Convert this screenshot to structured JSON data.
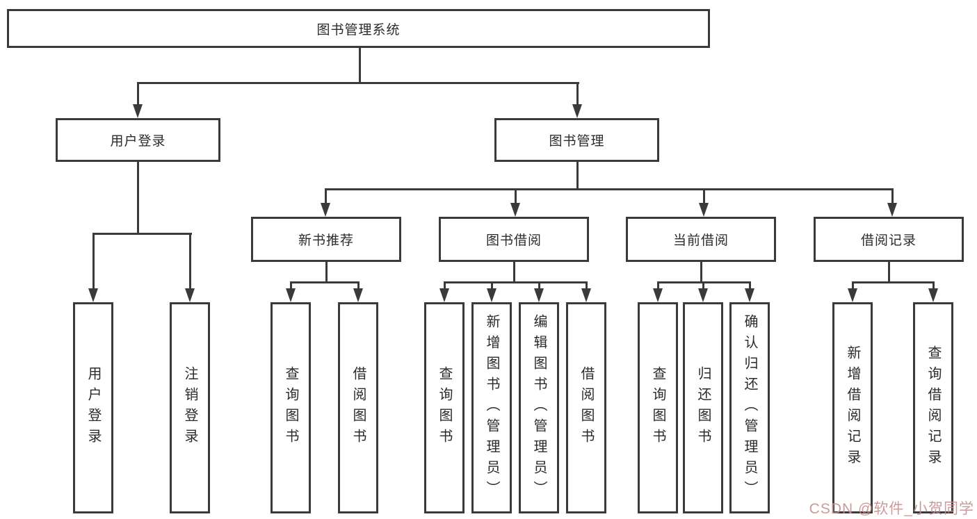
{
  "labels": {
    "root": "图书管理系统",
    "user_login_branch": "用户登录",
    "book_mgmt_branch": "图书管理",
    "new_book_rec": "新书推荐",
    "book_borrow": "图书借阅",
    "current_borrow": "当前借阅",
    "borrow_records": "借阅记录",
    "leaf_user_login": "用户登录",
    "leaf_logout": "注销登录",
    "leaf_query_book_1": "查询图书",
    "leaf_borrow_book_1": "借阅图书",
    "leaf_query_book_2": "查询图书",
    "leaf_add_book_admin": "新增图书（管理员）",
    "leaf_edit_book_admin": "编辑图书（管理员）",
    "leaf_borrow_book_2": "借阅图书",
    "leaf_query_book_3": "查询图书",
    "leaf_return_book": "归还图书",
    "leaf_confirm_return_admin": "确认归还（管理员）",
    "leaf_add_borrow_record": "新增借阅记录",
    "leaf_query_borrow_record": "查询借阅记录"
  },
  "hierarchy": {
    "图书管理系统": [
      "用户登录",
      "图书管理"
    ],
    "用户登录": [
      "用户登录",
      "注销登录"
    ],
    "图书管理": [
      "新书推荐",
      "图书借阅",
      "当前借阅",
      "借阅记录"
    ],
    "新书推荐": [
      "查询图书",
      "借阅图书"
    ],
    "图书借阅": [
      "查询图书",
      "新增图书（管理员）",
      "编辑图书（管理员）",
      "借阅图书"
    ],
    "当前借阅": [
      "查询图书",
      "归还图书",
      "确认归还（管理员）"
    ],
    "借阅记录": [
      "新增借阅记录",
      "查询借阅记录"
    ]
  },
  "watermark": {
    "text": "CSDN @软件_小贺同学"
  },
  "colors": {
    "line": "#3a3a3a",
    "text": "#2b2b2b",
    "background": "#ffffff",
    "watermark": "#c98f8f"
  }
}
